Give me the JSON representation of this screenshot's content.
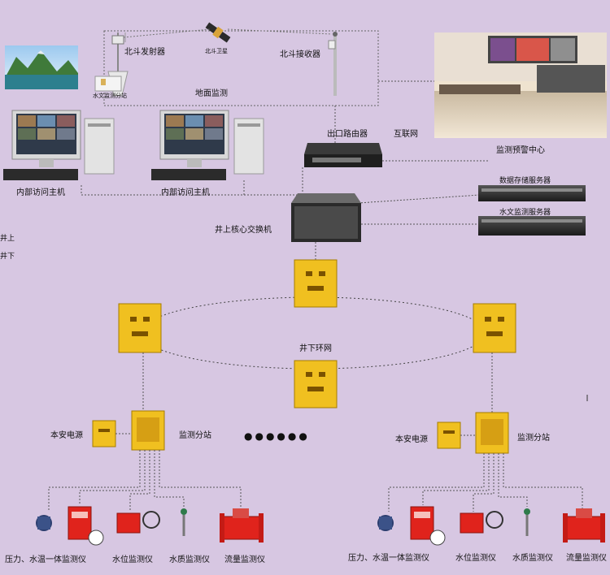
{
  "labels": {
    "beidou_tx": "北斗发射器",
    "beidou_sat": "北斗卫星",
    "beidou_rx": "北斗接收器",
    "hydro_substation_top": "水文监测分站",
    "ground_monitor": "地面监测",
    "router": "出口路由器",
    "internet": "互联网",
    "center": "监测预警中心",
    "host1": "内部访问主机",
    "host2": "内部访问主机",
    "storage_server": "数据存储服务器",
    "hydro_server": "水文监测服务器",
    "core_switch": "井上核心交换机",
    "above": "井上",
    "below": "井下",
    "ring": "井下环网",
    "power_left": "本安电源",
    "power_right": "本安电源",
    "substation_left": "监测分站",
    "substation_right": "监测分站",
    "ellipsis": "●●●●●●"
  },
  "sensors": {
    "left": [
      "压力、水温一体监测仪",
      "水位监测仪",
      "水质监测仪",
      "流量监测仪"
    ],
    "right": [
      "压力、水温一体监测仪",
      "水位监测仪",
      "水质监测仪",
      "流量监测仪"
    ]
  },
  "colors": {
    "background": "#d7c7e2",
    "explosion_box": "#f0c020",
    "sensor_red": "#e0231c",
    "line": "#333333"
  }
}
